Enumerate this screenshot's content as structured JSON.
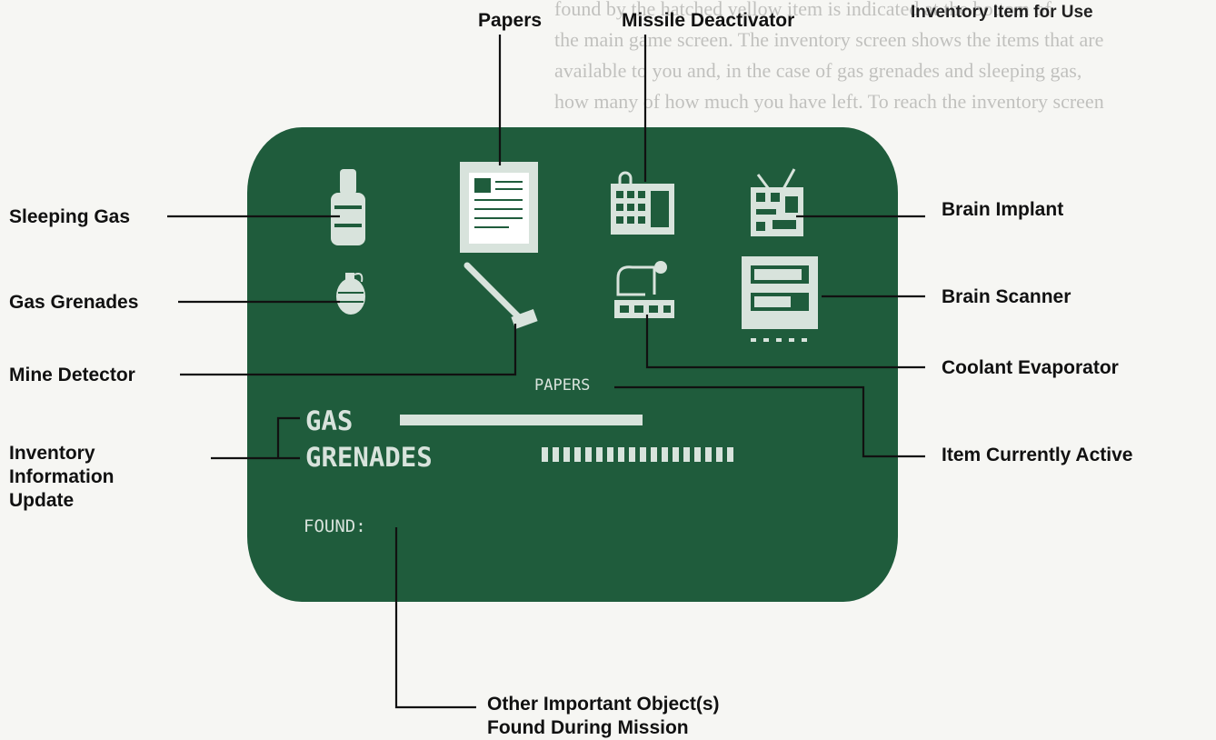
{
  "manual": {
    "heading": "Inventory Item for Use",
    "ghost_lines": [
      "found by the hatched yellow item is indicated at the bottom of",
      "the main game screen. The inventory screen shows the items that are",
      "available to you and, in the case of gas grenades and sleeping gas,",
      "how many of how much you have left. To reach the inventory screen"
    ]
  },
  "screen": {
    "active_item": "PAPERS",
    "gas_label": "GAS",
    "grenades_label": "GRENADES",
    "found_label": "FOUND:",
    "gas_level": 0.62,
    "grenades_count": 18
  },
  "callouts": {
    "papers": "Papers",
    "missile_deactivator": "Missile Deactivator",
    "sleeping_gas": "Sleeping Gas",
    "brain_implant": "Brain Implant",
    "gas_grenades": "Gas Grenades",
    "brain_scanner": "Brain Scanner",
    "mine_detector": "Mine Detector",
    "coolant_evaporator": "Coolant Evaporator",
    "inventory_info_1": "Inventory",
    "inventory_info_2": "Information",
    "inventory_info_3": "Update",
    "item_active": "Item Currently Active",
    "other_objects_1": "Other Important Object(s)",
    "other_objects_2": "Found During Mission"
  },
  "colors": {
    "screen_bg": "#1f5c3c",
    "screen_fg": "#d8e3dc",
    "paper": "#f6f6f3"
  }
}
